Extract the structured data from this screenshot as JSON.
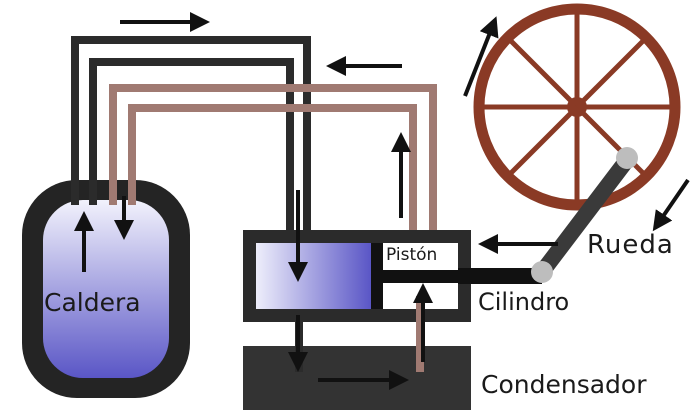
{
  "labels": {
    "caldera": "Caldera",
    "piston": "Pistón",
    "cilindro": "Cilindro",
    "rueda": "Rueda",
    "condensador": "Condensador"
  },
  "colors": {
    "outline": "#2b2b2b",
    "pipe_dark": "#2b2b2b",
    "pipe_steam": "#a07a72",
    "wheel": "#8a3a25",
    "fluid_top": "#eeeefb",
    "fluid_bottom": "#5a56c6",
    "joint": "#bdbdbd"
  }
}
